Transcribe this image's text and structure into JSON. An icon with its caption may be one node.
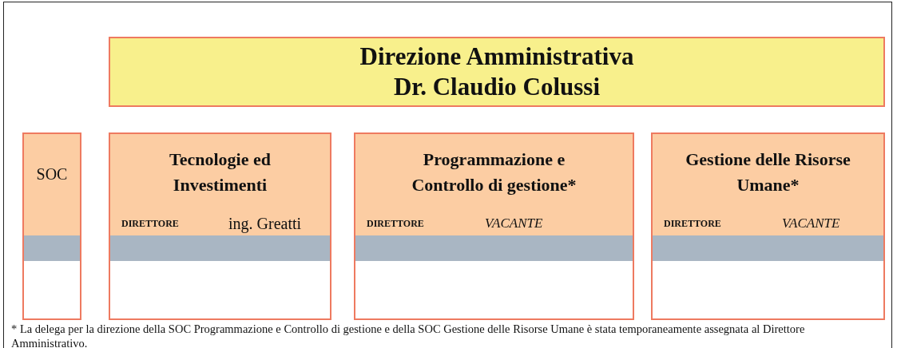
{
  "diagram": {
    "nodes": [
      {
        "text": [
          "Direzione Amministrativa",
          "Dr. Claudio Colussi"
        ]
      },
      {
        "text": [
          "SOC"
        ]
      },
      {
        "text": [
          "Tecnologie ed Investimenti",
          "DIRETTORE",
          "ing. Greatti"
        ]
      },
      {
        "text": [
          "Programmazione e Controllo di gestione*",
          "DIRETTORE",
          "VACANTE"
        ]
      },
      {
        "text": [
          "Gestione delle Risorse Umane*",
          "DIRETTORE",
          "VACANTE"
        ]
      }
    ],
    "edges": [],
    "caption": "* La delega per la direzione della SOC Programmazione e Controllo di gestione e della SOC Gestione delle Risorse Umane è stata temporaneamente assegnata al Direttore Amministrativo."
  }
}
